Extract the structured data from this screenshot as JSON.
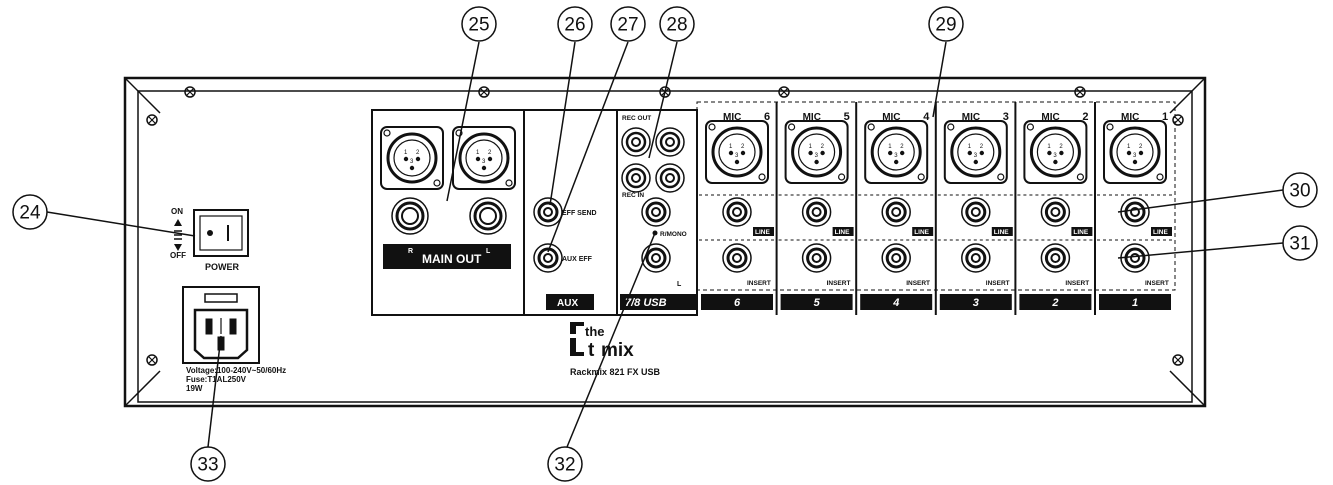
{
  "callouts": [
    "24",
    "25",
    "26",
    "27",
    "28",
    "29",
    "30",
    "31",
    "32",
    "33"
  ],
  "power": {
    "on": "ON",
    "off": "OFF",
    "label": "POWER"
  },
  "psu": {
    "voltage": "Voltage:100-240V~50/60Hz",
    "fuse": "Fuse:T1AL250V",
    "watt": "19W"
  },
  "main_out": {
    "label": "MAIN OUT",
    "r": "R",
    "l": "L"
  },
  "aux": {
    "eff_send": "EFF SEND",
    "aux_eff": "AUX EFF",
    "label": "AUX"
  },
  "usb": {
    "rec_out": "REC OUT",
    "rec_in": "REC IN",
    "r_mono": "R/MONO",
    "l": "L",
    "label": "7/8 USB"
  },
  "channels": [
    {
      "mic": "MIC",
      "num": "6",
      "line": "LINE",
      "insert": "INSERT",
      "label": "6"
    },
    {
      "mic": "MIC",
      "num": "5",
      "line": "LINE",
      "insert": "INSERT",
      "label": "5"
    },
    {
      "mic": "MIC",
      "num": "4",
      "line": "LINE",
      "insert": "INSERT",
      "label": "4"
    },
    {
      "mic": "MIC",
      "num": "3",
      "line": "LINE",
      "insert": "INSERT",
      "label": "3"
    },
    {
      "mic": "MIC",
      "num": "2",
      "line": "LINE",
      "insert": "INSERT",
      "label": "2"
    },
    {
      "mic": "MIC",
      "num": "1",
      "line": "LINE",
      "insert": "INSERT",
      "label": "1"
    }
  ],
  "xlr_pins": {
    "a": "1",
    "b": "2",
    "c": "3"
  },
  "brand": {
    "the": "the",
    "t": "t",
    "mix": "mix",
    "model": "Rackmix 821 FX USB"
  }
}
